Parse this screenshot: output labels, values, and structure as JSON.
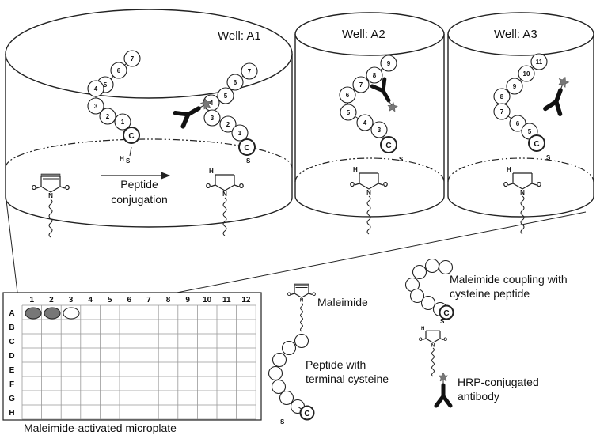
{
  "wells": {
    "a1": {
      "title": "Well: A1"
    },
    "a2": {
      "title": "Well: A2"
    },
    "a3": {
      "title": "Well: A3"
    }
  },
  "conjugation": {
    "line1": "Peptide",
    "line2": "conjugation"
  },
  "beads": {
    "a1_left": [
      "7",
      "6",
      "5",
      "4",
      "3",
      "2",
      "1",
      "C"
    ],
    "a1_right": [
      "7",
      "6",
      "5",
      "4",
      "3",
      "2",
      "1",
      "C"
    ],
    "a2": [
      "9",
      "8",
      "7",
      "6",
      "5",
      "4",
      "3",
      "C"
    ],
    "a3": [
      "11",
      "10",
      "9",
      "8",
      "7",
      "6",
      "5",
      "C"
    ]
  },
  "chem": {
    "sulfur": "S",
    "hydrogen": "H",
    "nitrogen": "N",
    "oxygen": "O"
  },
  "plate": {
    "columns": [
      "1",
      "2",
      "3",
      "4",
      "5",
      "6",
      "7",
      "8",
      "9",
      "10",
      "11",
      "12"
    ],
    "rows": [
      "A",
      "B",
      "C",
      "D",
      "E",
      "F",
      "G",
      "H"
    ],
    "caption": "Maleimide-activated microplate"
  },
  "legend": {
    "maleimide": "Maleimide",
    "peptide": [
      "Peptide with",
      "terminal cysteine"
    ],
    "coupling": [
      "Maleimide coupling with",
      "cysteine peptide"
    ],
    "antibody": [
      "HRP-conjugated",
      "antibody"
    ]
  }
}
